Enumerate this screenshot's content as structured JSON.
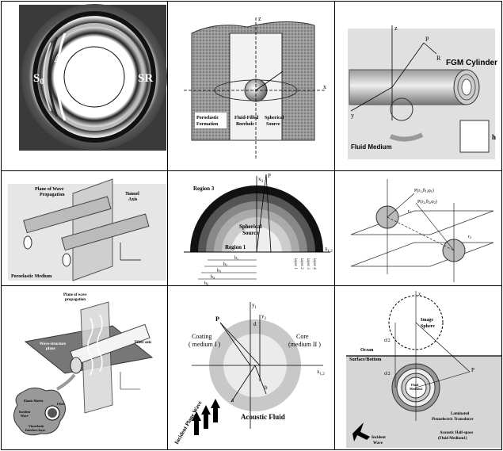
{
  "panels": {
    "p1": {
      "s0": "S",
      "s0_sub": "0",
      "a0": "A",
      "a0_sub": "0",
      "sr": "SR"
    },
    "p2": {
      "z": "z",
      "x": "x",
      "formation": "Poroelastic\nFormation",
      "borehole": "Fluid-Filled\nBorehole",
      "source": "Spherical\nSource"
    },
    "p3": {
      "z": "z",
      "y": "y",
      "p": "P",
      "r": "R",
      "title": "FGM Cylinder",
      "fluid": "Fluid Medium",
      "h": "h"
    },
    "p4": {
      "plane": "Plane of Wave\nPropagation",
      "tunnel": "Tunnel\nAxis",
      "medium": "Poroelastic Medium"
    },
    "p5": {
      "x3": "x",
      "x3_sub": "3",
      "p": "P",
      "region3": "Region 3",
      "region1": "Region 1",
      "source": "Spherical\nSource",
      "x12": "x",
      "x12_sub": "1,2",
      "b_labels": [
        "b",
        "b",
        "b",
        "b",
        "b"
      ],
      "b_subs": [
        "1",
        "2",
        "3",
        "4",
        "0"
      ],
      "layers": [
        "layer 1",
        "layer 2",
        "layer 3",
        "layer 4"
      ]
    },
    "p6": {
      "pt1": "P(r",
      "pt2": "P(r",
      "r1": "r",
      "r2": "r"
    },
    "p7": {
      "plane": "Plane of wave\npropagation",
      "wave": "Wave-structure\nplane",
      "fiber": "Fiber axis",
      "matrix": "Elastic Matrix",
      "interface": "Viscoelastic\nInterface layer",
      "fiber2": "Fiber",
      "incident": "Incident\nWave"
    },
    "p8": {
      "y1": "y",
      "y2": "y",
      "p": "P",
      "coating": "Coating\n( medium I )",
      "core": "Core\n(medium II )",
      "x12": "x",
      "x12_sub": "1,2",
      "a": "a",
      "b": "b",
      "d": "d",
      "fluid": "Acoustic Fluid",
      "incident": "Incident Plane Wave"
    },
    "p9": {
      "z": "z",
      "image": "Image\nSphere",
      "ocean": "Ocean",
      "surface": "Surface/Bottom",
      "fluid_med": "Fluid\nMedium2",
      "laminated": "Laminated\nPiezoelectric Transducer",
      "halfspace": "Acoustic Half-space\n(Fluid Medium1)",
      "incident": "Incident\nWave",
      "d2": "d/2",
      "d2b": "d/2",
      "p": "P"
    }
  }
}
